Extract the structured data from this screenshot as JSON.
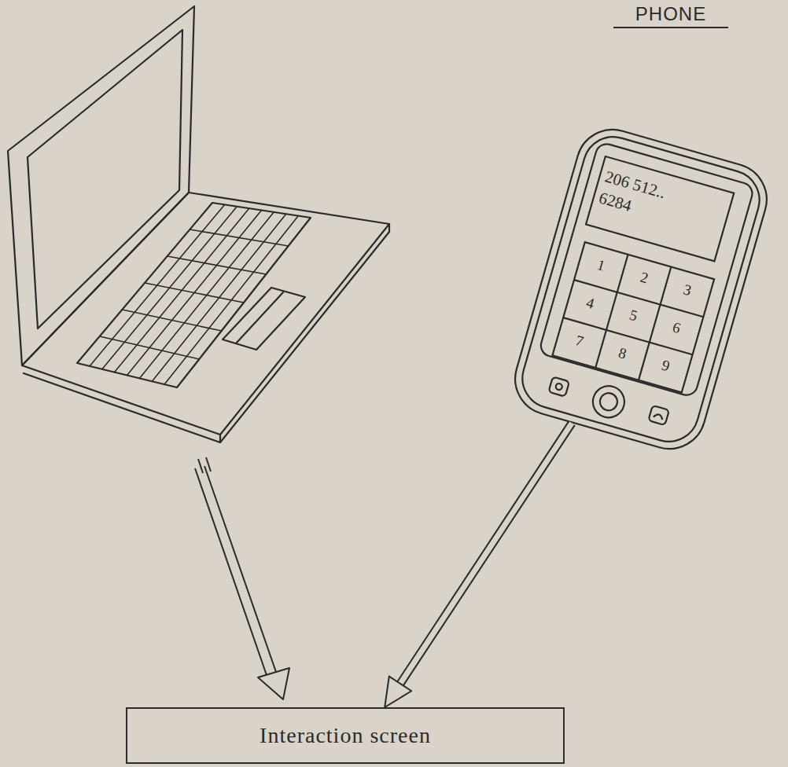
{
  "diagram": {
    "title": "PHONE",
    "nodes": [
      {
        "text": [
          "206 512.. 6284"
        ]
      },
      {
        "text": [
          "Interaction screen"
        ]
      }
    ],
    "edges": [
      {
        "from": 0,
        "to": 1,
        "arrow": "to"
      }
    ],
    "labels": [
      "1",
      "2",
      "3",
      "4",
      "5",
      "6",
      "7",
      "8",
      "9"
    ]
  }
}
